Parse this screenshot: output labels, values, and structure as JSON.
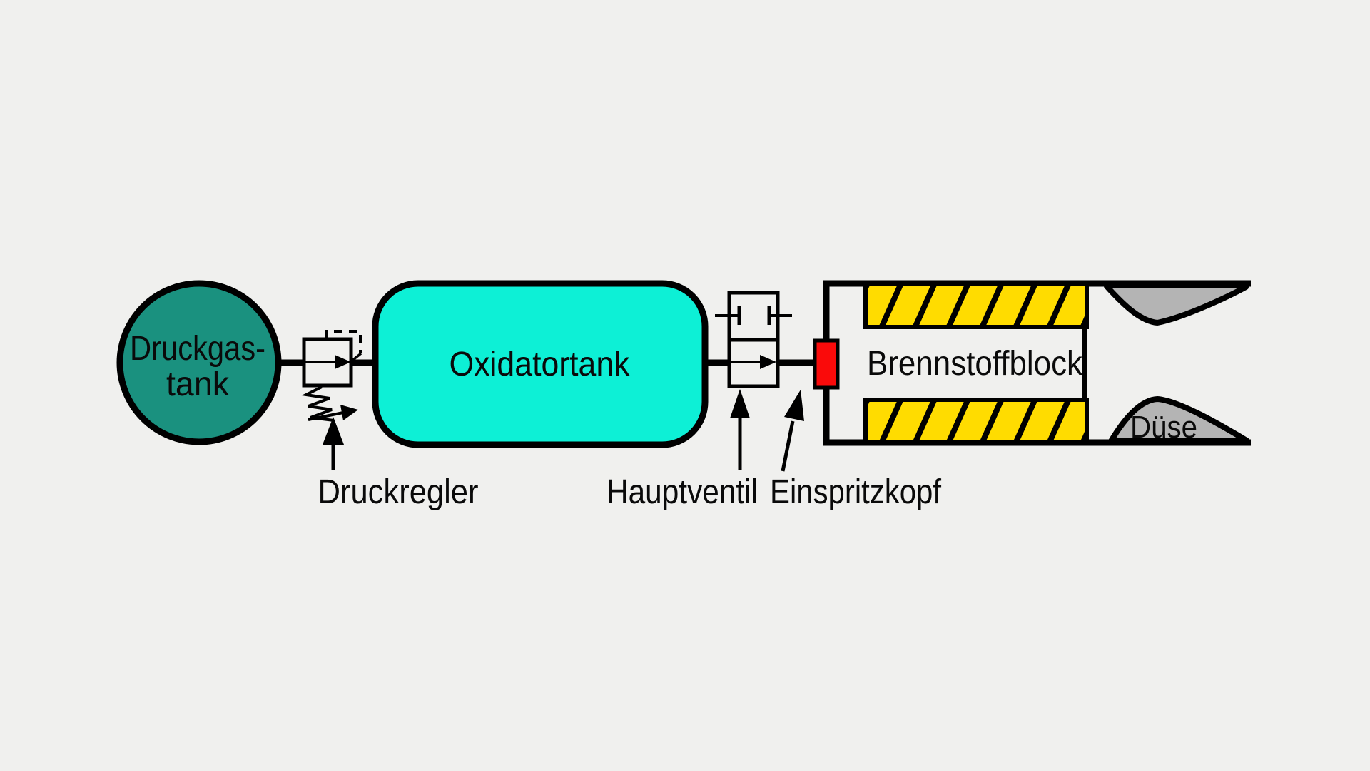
{
  "diagram": {
    "type": "schematic",
    "subject": "hybrid rocket engine feed system",
    "labels": {
      "pressure_tank_line1": "Druckgas-",
      "pressure_tank_line2": "tank",
      "pressure_regulator": "Druckregler",
      "oxidizer_tank": "Oxidatortank",
      "main_valve": "Hauptventil",
      "injector": "Einspritzkopf",
      "fuel_block": "Brennstoffblock",
      "nozzle": "Düse"
    },
    "colors": {
      "background": "#f0f0ee",
      "pressure_tank_fill": "#1a917f",
      "oxidizer_tank_fill": "#0df0d6",
      "fuel_block_fill": "#ffdc00",
      "nozzle_fill": "#b4b4b4",
      "injector_fill": "#fa0a0a",
      "line": "#000000"
    }
  }
}
